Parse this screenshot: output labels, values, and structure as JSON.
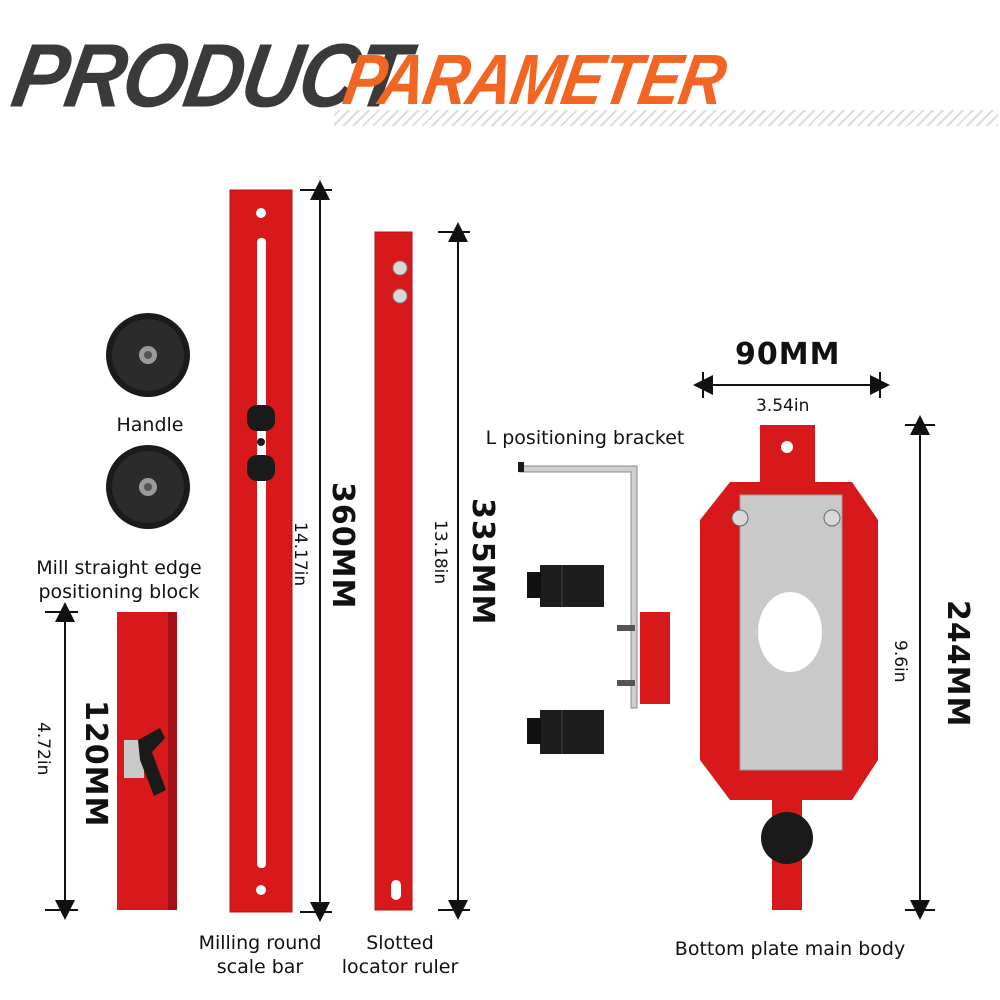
{
  "header": {
    "title_main": "PRODUCT",
    "title_accent": "PARAMETER"
  },
  "labels": {
    "handle": "Handle",
    "mill_block_line1": "Mill straight edge",
    "mill_block_line2": "positioning block",
    "scale_bar_line1": "Milling round",
    "scale_bar_line2": "scale bar",
    "locator_line1": "Slotted",
    "locator_line2": "locator ruler",
    "bracket": "L positioning bracket",
    "plate": "Bottom plate main body"
  },
  "dimensions": {
    "block_mm": "120MM",
    "block_in": "4.72in",
    "scale_bar_mm": "360MM",
    "scale_bar_in": "14.17in",
    "locator_mm": "335MM",
    "locator_in": "13.18in",
    "plate_width_mm": "90MM",
    "plate_width_in": "3.54in",
    "plate_height_mm": "244MM",
    "plate_height_in": "9.6in"
  },
  "colors": {
    "accent": "#f26522",
    "title": "#3a3a3a",
    "product_red": "#d7191c"
  }
}
